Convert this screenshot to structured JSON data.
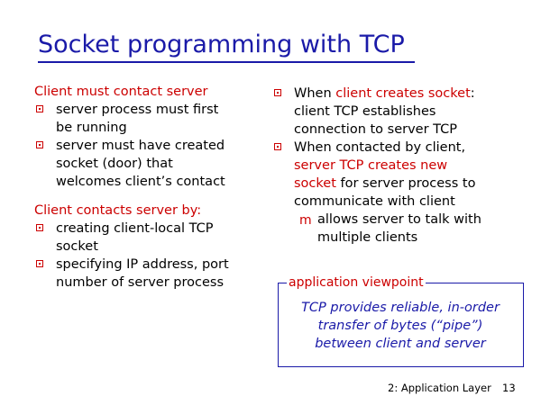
{
  "slide": {
    "title": "Socket programming with TCP",
    "footer_section": "2: Application Layer",
    "page_number": "13"
  },
  "left": {
    "heading1": "Client must contact server",
    "bullets1": [
      {
        "lines": [
          "server process must first",
          "be running"
        ]
      },
      {
        "lines": [
          "server must have created",
          "socket (door) that",
          "welcomes client’s contact"
        ]
      }
    ],
    "heading2": "Client contacts server by:",
    "bullets2": [
      {
        "lines": [
          "creating client-local TCP",
          "socket"
        ]
      },
      {
        "lines": [
          "specifying IP address, port",
          "number of server process"
        ]
      }
    ]
  },
  "right": {
    "b1_pre": "When ",
    "b1_red": "client creates socket",
    "b1_post": ":",
    "b1_l2": "client TCP establishes",
    "b1_l3": "connection to server TCP",
    "b2_l1": "When contacted by client,",
    "b2_l2_red": "server TCP creates new",
    "b2_l3_red": "socket",
    "b2_l3_post": " for server process to",
    "b2_l4": "communicate with client",
    "sub_l1": "allows server to talk with",
    "sub_l2": "multiple clients"
  },
  "box": {
    "label": "application viewpoint",
    "lines": [
      "TCP provides reliable, in-order",
      "transfer of bytes (“pipe”)",
      "between client and server"
    ]
  },
  "colors": {
    "title": "#1a1aa8",
    "accent": "#cc0000"
  },
  "icons": {
    "bullet": "red-square-bullet-icon",
    "sub_bullet": "red-m-bullet-icon"
  }
}
